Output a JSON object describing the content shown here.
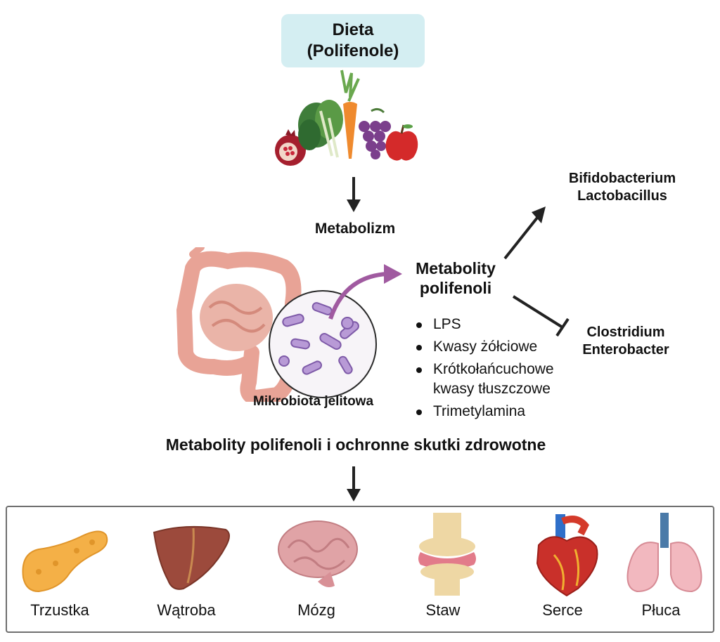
{
  "diet": {
    "line1": "Dieta",
    "line2": "(Polifenole)"
  },
  "metabolism_label": "Metabolizm",
  "microbiota_label": "Mikrobiota jelitowa",
  "metabolites": {
    "title_line1": "Metabolity",
    "title_line2": "polifenoli",
    "items": [
      {
        "text": "LPS"
      },
      {
        "text": "Kwasy żółciowe"
      },
      {
        "text": "Krótkołańcuchowe",
        "text2": "kwasy tłuszczowe"
      },
      {
        "text": "Trimetylamina"
      }
    ]
  },
  "promoted_bacteria": {
    "line1": "Bifidobacterium",
    "line2": "Lactobacillus"
  },
  "inhibited_bacteria": {
    "line1": "Clostridium",
    "line2": "Enterobacter"
  },
  "summary_title": "Metabolity polifenoli i ochronne skutki zdrowotne",
  "organs": [
    {
      "label": "Trzustka",
      "icon": "pancreas-icon"
    },
    {
      "label": "Wątroba",
      "icon": "liver-icon"
    },
    {
      "label": "Mózg",
      "icon": "brain-icon"
    },
    {
      "label": "Staw",
      "icon": "joint-icon"
    },
    {
      "label": "Serce",
      "icon": "heart-icon"
    },
    {
      "label": "Płuca",
      "icon": "lungs-icon"
    }
  ],
  "colors": {
    "diet_box": "#d4eef2",
    "arrow_dark": "#222222",
    "microbiota_arrow": "#a05aa0",
    "intestine": "#e8a396",
    "bacteria": "#b89ad6",
    "panel_border": "#6f6f6f"
  }
}
